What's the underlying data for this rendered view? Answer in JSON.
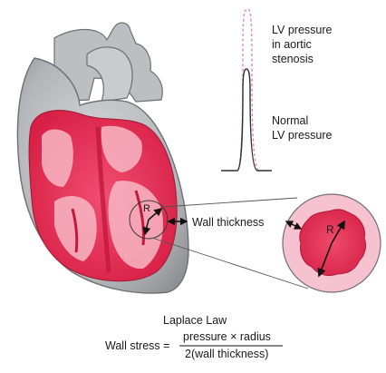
{
  "labels": {
    "lv_aortic": [
      "LV pressure",
      "in aortic",
      "stenosis"
    ],
    "lv_normal": [
      "Normal",
      "LV pressure"
    ],
    "wall_thickness": "Wall thickness",
    "radius_small": "R",
    "radius_large": "R"
  },
  "formula": {
    "title": "Laplace Law",
    "lhs": "Wall stress =",
    "numerator": "pressure × radius",
    "denominator": "2(wall thickness)"
  },
  "colors": {
    "myocardium": "#e8294f",
    "chamber_pink": "#f7b7c6",
    "heart_gray": "#a9abaf",
    "dashed_curve": "#e58aa0"
  }
}
